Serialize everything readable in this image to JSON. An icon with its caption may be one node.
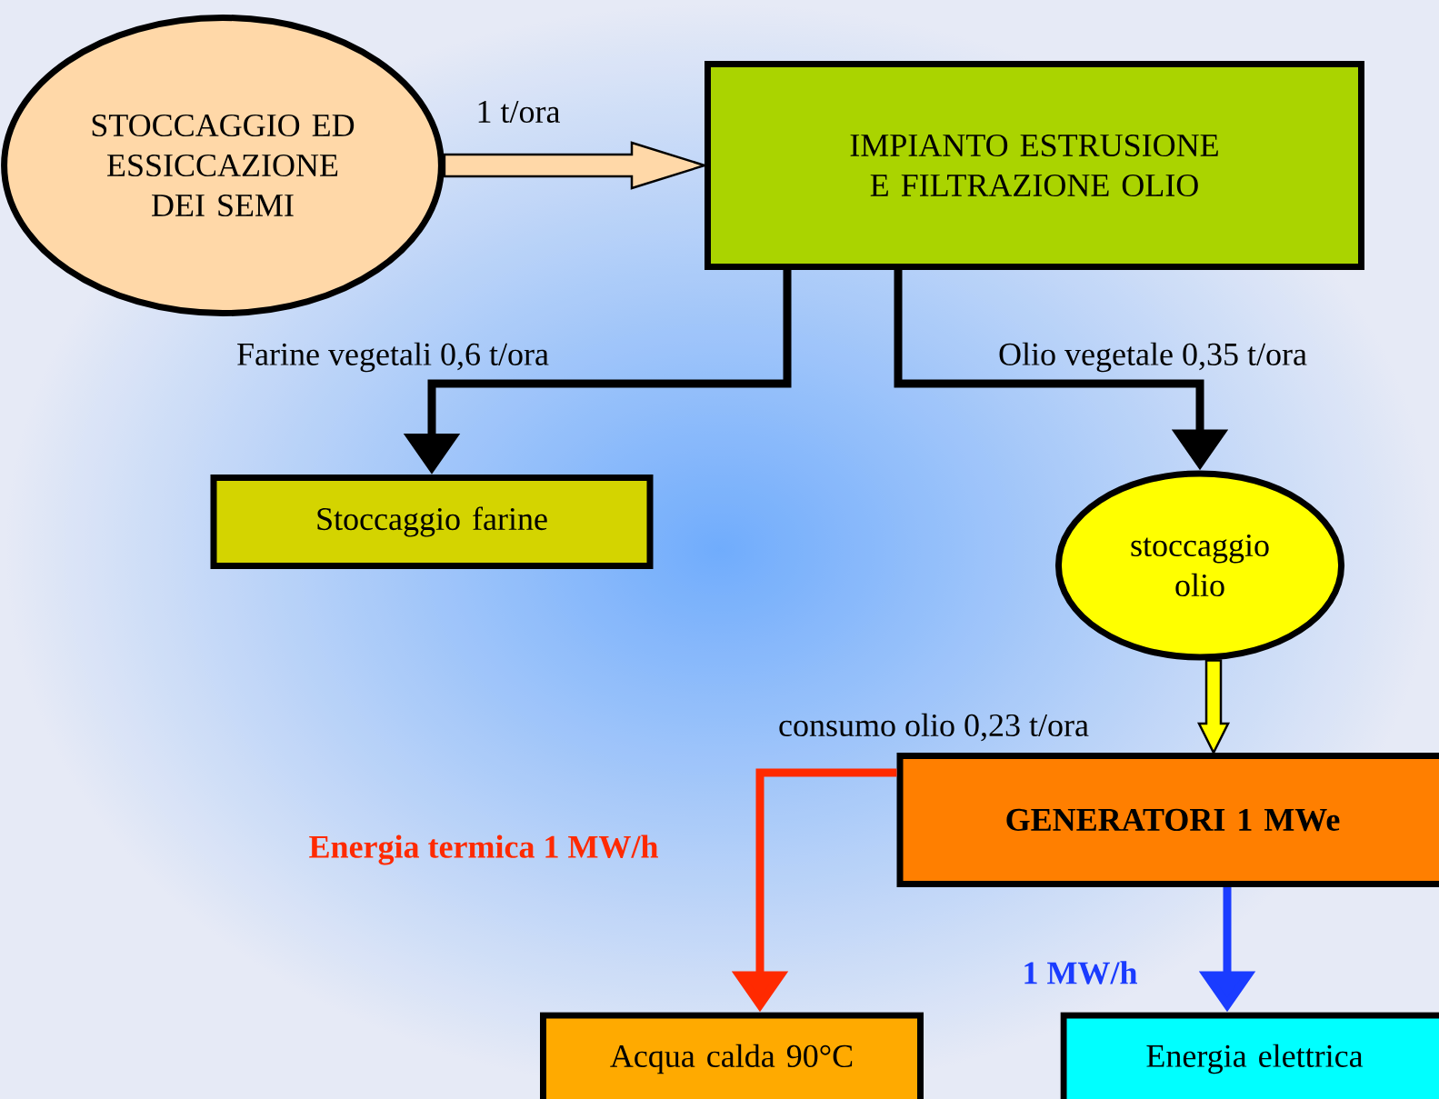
{
  "diagram": {
    "nodes": [
      {
        "text": [
          "STOCCAGGIO ED ESSICCAZIONE DEI SEMI"
        ]
      },
      {
        "text": [
          "IMPIANTO ESTRUSIONE E FILTRAZIONE OLIO"
        ]
      },
      {
        "text": [
          "Stoccaggio farine"
        ]
      },
      {
        "text": [
          "stoccaggio olio"
        ]
      },
      {
        "text": [
          "GENERATORI  1 MWe"
        ]
      },
      {
        "text": [
          "Acqua calda 90°C"
        ]
      },
      {
        "text": [
          "Energia elettrica"
        ]
      }
    ],
    "edges": [
      {
        "from": 0,
        "to": 1,
        "arrow": "to",
        "label": "1 t/ora",
        "color": "#ffd8a8"
      },
      {
        "from": 1,
        "to": 2,
        "arrow": "to",
        "label": "Farine vegetali 0,6 t/ora"
      },
      {
        "from": 1,
        "to": 3,
        "arrow": "to",
        "label": "Olio vegetale  0,35 t/ora"
      },
      {
        "from": 3,
        "to": 4,
        "arrow": "to",
        "color": "#ffff00"
      },
      {
        "from": 4,
        "to": 5,
        "arrow": "to",
        "label": "Energia termica 1 MW/h",
        "color": "#ff2a00"
      },
      {
        "from": 4,
        "to": 6,
        "arrow": "to",
        "label": "1 MW/h",
        "color": "#1a3cff"
      }
    ],
    "labels": [
      "consumo olio  0,23 t/ora"
    ]
  }
}
